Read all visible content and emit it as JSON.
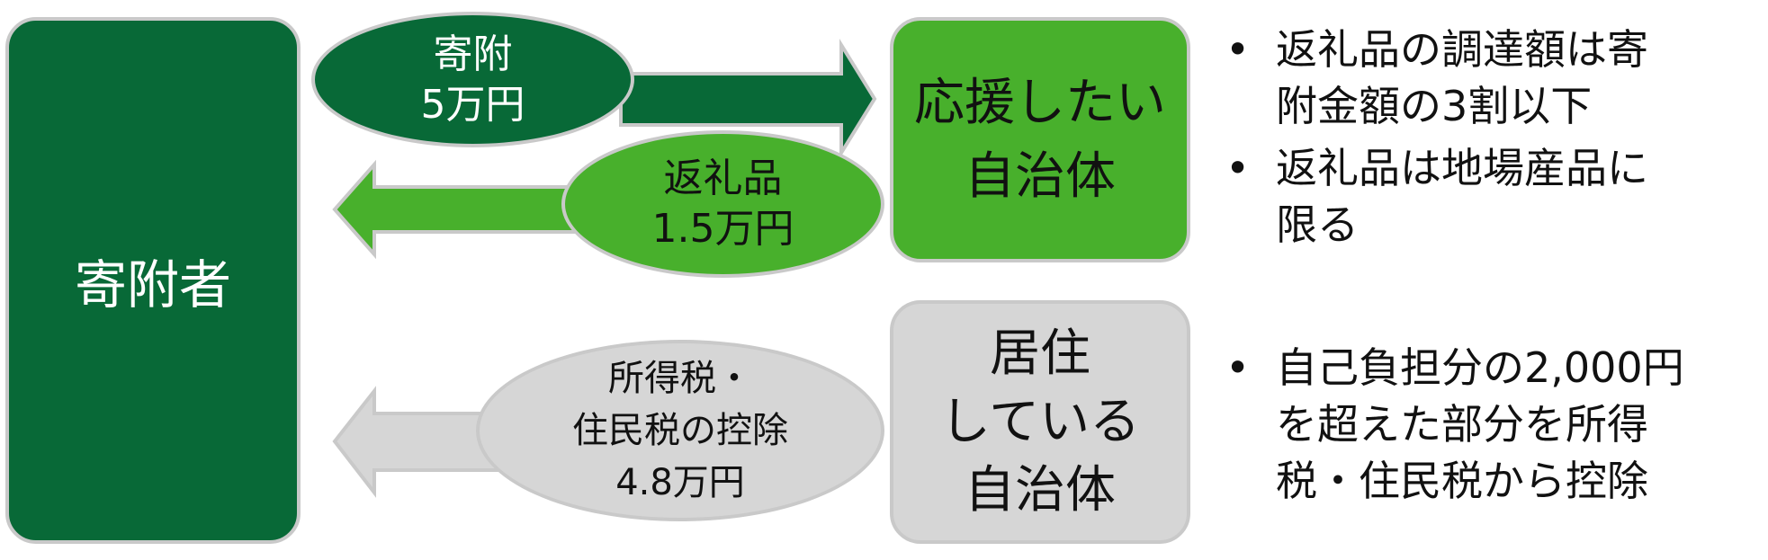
{
  "donor": {
    "label": "寄附者"
  },
  "donation": {
    "line1": "寄附",
    "line2": "5万円"
  },
  "gift": {
    "line1": "返礼品",
    "line2": "1.5万円"
  },
  "deduction": {
    "line1": "所得税・",
    "line2": "住民税の控除",
    "line3": "4.8万円"
  },
  "supported_municipality": {
    "line1": "応援したい",
    "line2": "自治体"
  },
  "resident_municipality": {
    "line1": "居住",
    "line2": "している",
    "line3": "自治体"
  },
  "bullets_top": [
    {
      "lines": [
        "返礼品の調達額は寄",
        "附金額の3割以下"
      ]
    },
    {
      "lines": [
        "返礼品は地場産品に",
        "限る"
      ]
    }
  ],
  "bullets_bottom": [
    {
      "lines": [
        "自己負担分の2,000円",
        "を超えた部分を所得",
        "税・住民税から控除"
      ]
    }
  ],
  "bullet_glyph": "•",
  "colors": {
    "dark_green": "#086937",
    "light_green": "#48b02c",
    "gray": "#d6d6d6",
    "border": "#c9c9c9"
  }
}
